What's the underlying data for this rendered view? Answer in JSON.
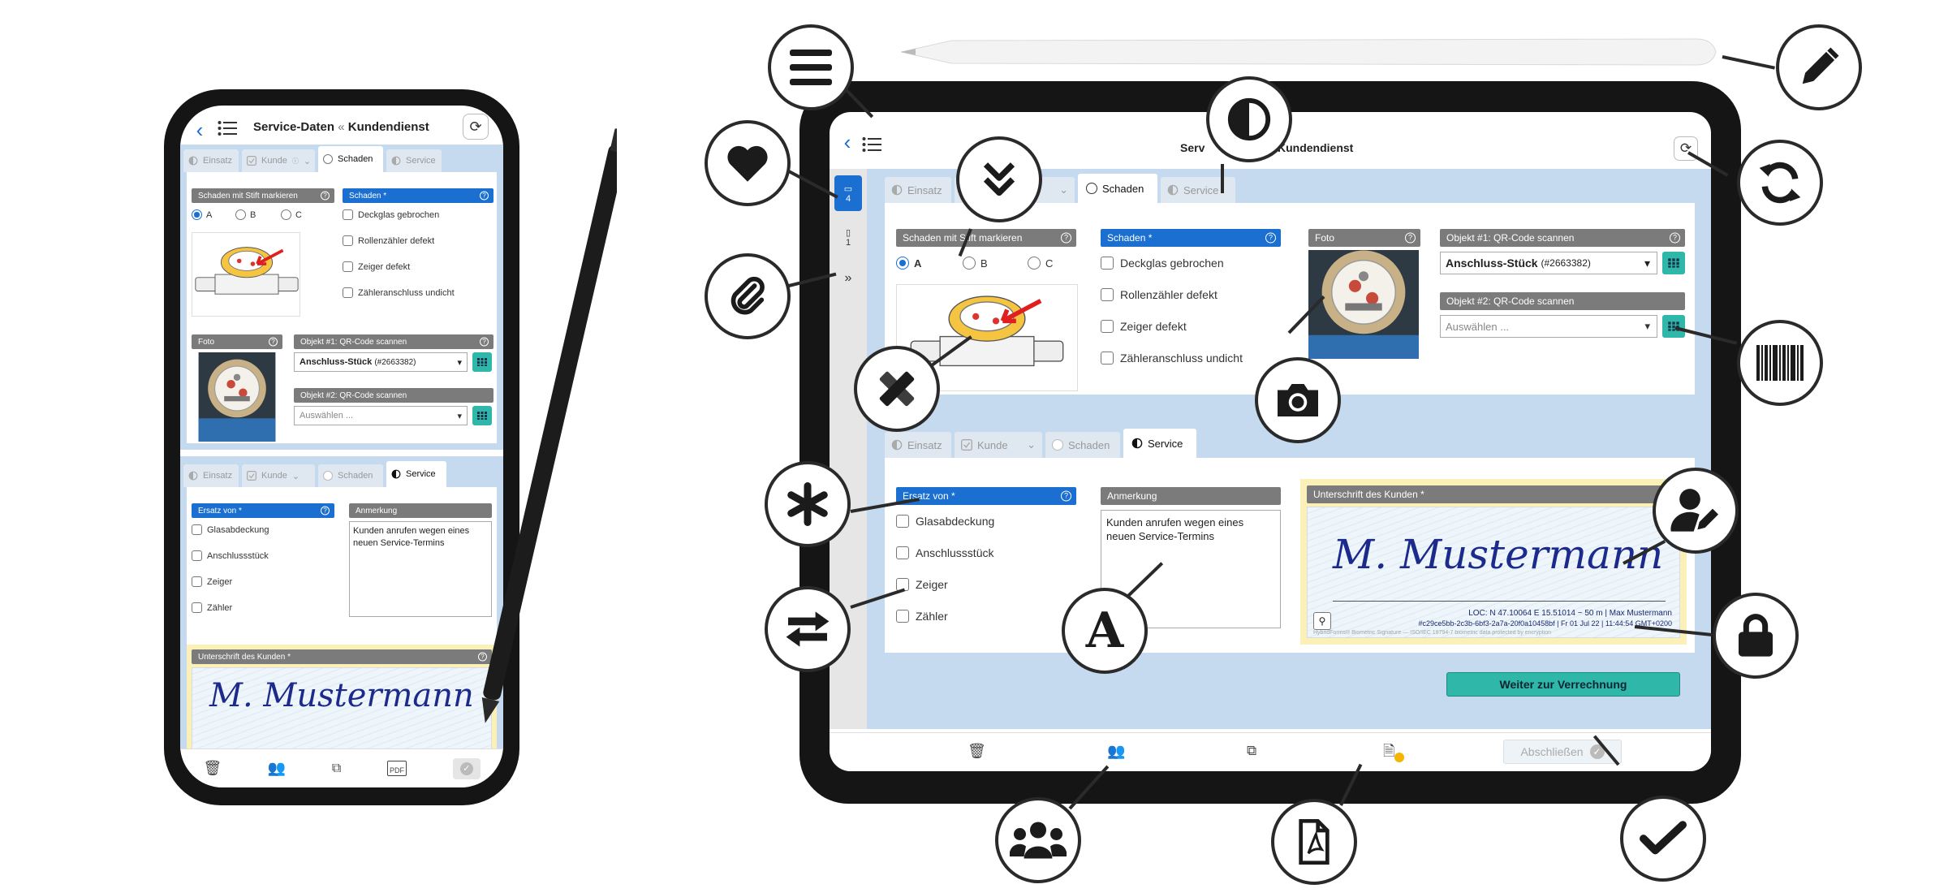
{
  "app": {
    "title": "Service-Daten",
    "separator": "«",
    "subtitle": "Kundendienst",
    "tablet_title_left": "Serv",
    "tablet_title_right": "Kundendienst"
  },
  "tabs": {
    "einsatz": "Einsatz",
    "kunde": "Kunde",
    "schaden": "Schaden",
    "service": "Service"
  },
  "side_badges": {
    "doc_count_a": "4",
    "doc_count_b": "1"
  },
  "schaden_section": {
    "marker_label": "Schaden mit Stift markieren",
    "options": [
      "A",
      "B",
      "C"
    ],
    "selected": "A",
    "damage_label": "Schaden",
    "required_mark": "*",
    "damage_items": [
      "Deckglas gebrochen",
      "Rollenzähler defekt",
      "Zeiger defekt",
      "Zähleranschluss undicht"
    ],
    "photo_label": "Foto",
    "object1_label": "Objekt #1: QR-Code scannen",
    "object1_value": "Anschluss-Stück",
    "object1_id": "(#2663382)",
    "object2_label": "Objekt #2: QR-Code scannen",
    "object2_placeholder": "Auswählen ..."
  },
  "service_section": {
    "replacement_label": "Ersatz von",
    "required_mark": "*",
    "replacement_items": [
      "Glasabdeckung",
      "Anschlussstück",
      "Zeiger",
      "Zähler"
    ],
    "note_label": "Anmerkung",
    "note_text": "Kunden anrufen wegen eines neuen Service-Termins",
    "signature_label": "Unterschrift des Kunden",
    "signature_text": "M. Mustermann",
    "signature_loc": "LOC: N 47.10064  E 15.51014  ~ 50 m | Max Mustermann",
    "signature_hash": "#c29ce5bb-2c3b-6bf3-2a7a-20f0a10458bf | Fr 01 Jul 22 | 11:44:54 GMT+0200",
    "signature_footer": "HybridForms® Biometric Signature — ISO/IEC 19794-7 biometric data protected by encryption"
  },
  "actions": {
    "continue_button": "Weiter zur Verrechnung",
    "finish_button": "Abschließen",
    "pdf_badge": "PDF"
  },
  "colors": {
    "accent_blue": "#1a6fd0",
    "form_background": "#c5daee",
    "qr_button": "#2fb7a9",
    "continue_button": "#2fb7a9",
    "signature_frame": "#fbf0b8",
    "caption_grey": "#7b7b7b",
    "signature_ink": "#1c2a8c"
  },
  "feature_icons": [
    "menu-icon",
    "favorite-heart-icon",
    "attachment-icon",
    "contrast-icon",
    "collapse-icon",
    "pencil-ruler-icon",
    "camera-icon",
    "required-asterisk-icon",
    "swap-icon",
    "text-font-icon",
    "team-icon",
    "pdf-file-icon",
    "checkmark-icon",
    "pen-icon",
    "sync-icon",
    "barcode-icon",
    "user-edit-icon",
    "lock-icon"
  ]
}
